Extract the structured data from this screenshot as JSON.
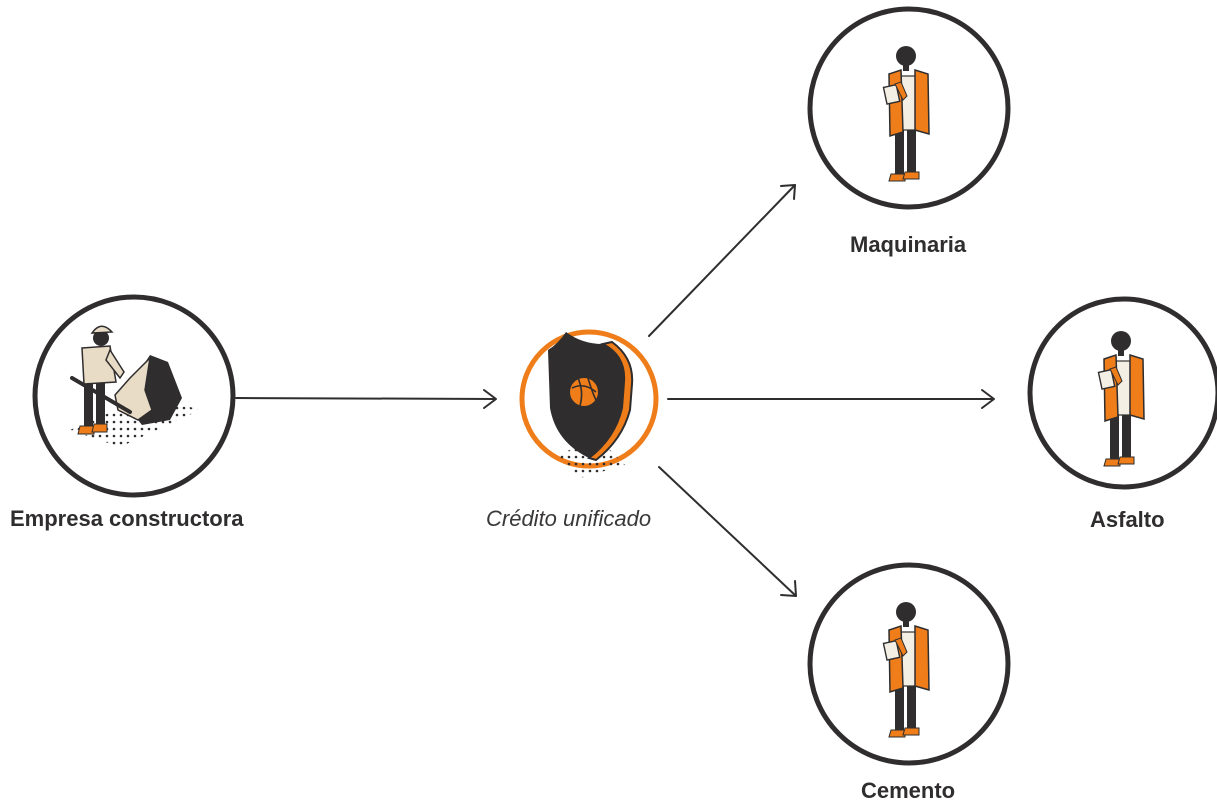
{
  "colors": {
    "ink": "#2f2d2d",
    "accent": "#ee7d1a",
    "skin": "#e8dcc6",
    "background": "#ffffff"
  },
  "source": {
    "label": "Empresa constructora",
    "icon": "construction-worker-icon"
  },
  "hub": {
    "label": "Crédito unificado",
    "icon": "shield-icon"
  },
  "suppliers": [
    {
      "label": "Maquinaria",
      "icon": "supplier-person-icon"
    },
    {
      "label": "Asfalto",
      "icon": "supplier-person-icon"
    },
    {
      "label": "Cemento",
      "icon": "supplier-person-icon"
    }
  ]
}
